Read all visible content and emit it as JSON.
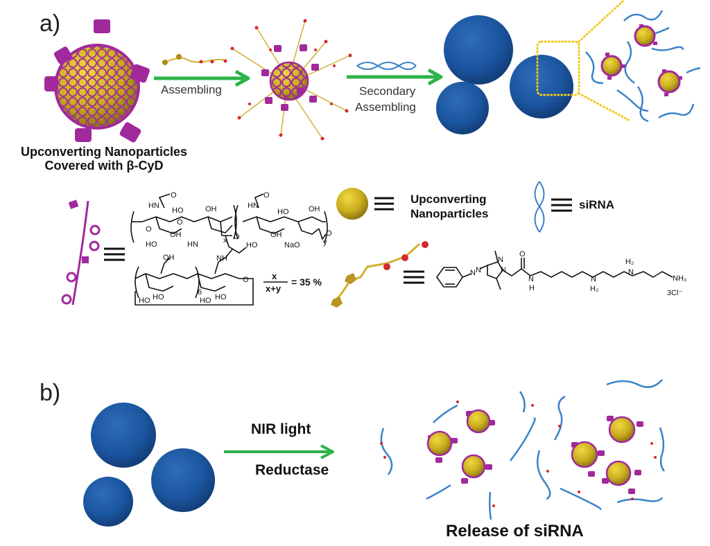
{
  "figure": {
    "panel_a": {
      "label": "a)",
      "caption_line1": "Upconverting Nanoparticles",
      "caption_line2": "Covered with β-CyD",
      "step1_label": "Assembling",
      "step2_label_line1": "Secondary",
      "step2_label_line2": "Assembling"
    },
    "legend": {
      "equiv_symbol": "≡",
      "nanoparticle_line1": "Upconverting",
      "nanoparticle_line2": "Nanoparticles",
      "sirna": "siRNA",
      "polymer_ratio_num": "x",
      "polymer_ratio_den": "x+y",
      "polymer_ratio_value": "= 35 %",
      "subscript_x": "x",
      "subscript_y": "y",
      "subscript_6": "6",
      "counter_ion": "3Cl⁻",
      "chem_atoms": {
        "HN": "HN",
        "HO": "HO",
        "OH": "OH",
        "O": "O",
        "NaO": "NaO",
        "NH": "NH",
        "N": "N",
        "H": "H",
        "H2": "H₂",
        "NH3": "NH₃"
      }
    },
    "panel_b": {
      "label": "b)",
      "condition1": "NIR light",
      "condition2": "Reductase",
      "caption": "Release of siRNA"
    },
    "colors": {
      "arrow_green": "#2db34a",
      "sphere_blue": "#1b56a0",
      "nanoparticle_gold": "#c9ad1e",
      "cyclodextrin_purple": "#a0299b",
      "sirna_blue": "#3a82c8",
      "linker_red": "#d42a2a",
      "zoom_dots_yellow": "#f2c81a"
    }
  }
}
